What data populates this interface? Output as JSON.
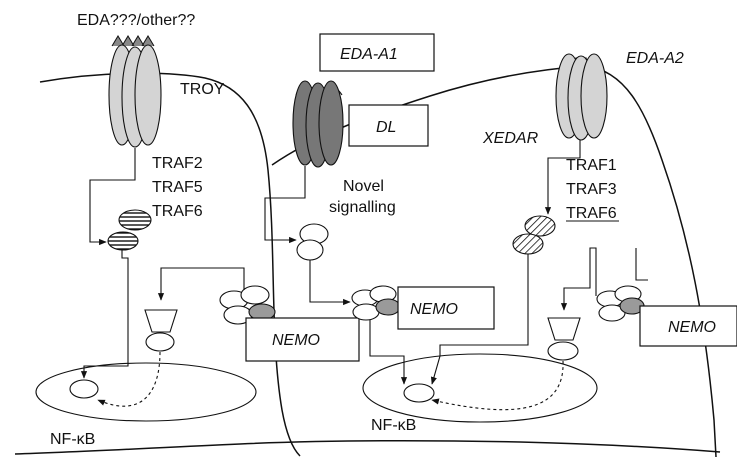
{
  "labels": {
    "eda_other": "EDA???/other??",
    "troy": "TROY",
    "eda_a1": "EDA-A1",
    "eda_a2": "EDA-A2",
    "dl": "DL",
    "xedar": "XEDAR",
    "novel_line1": "Novel",
    "novel_line2": "signalling",
    "troy_traf": [
      "TRAF2",
      "TRAF5",
      "TRAF6"
    ],
    "xedar_traf": [
      "TRAF1",
      "TRAF3",
      "TRAF6"
    ],
    "nemo": "NEMO",
    "nfkb": "NF-κB"
  },
  "colors": {
    "receptor_light": "#d4d4d4",
    "receptor_dark": "#777777",
    "nemo_partner": "#9a9a9a",
    "line": "#111111"
  },
  "icons": {
    "receptor": "trimeric-receptor-icon",
    "traf_complex": "hatched-traf-icon",
    "ikk_complex": "ikk-cluster-icon",
    "ikb_degradation": "funnel-icon"
  }
}
